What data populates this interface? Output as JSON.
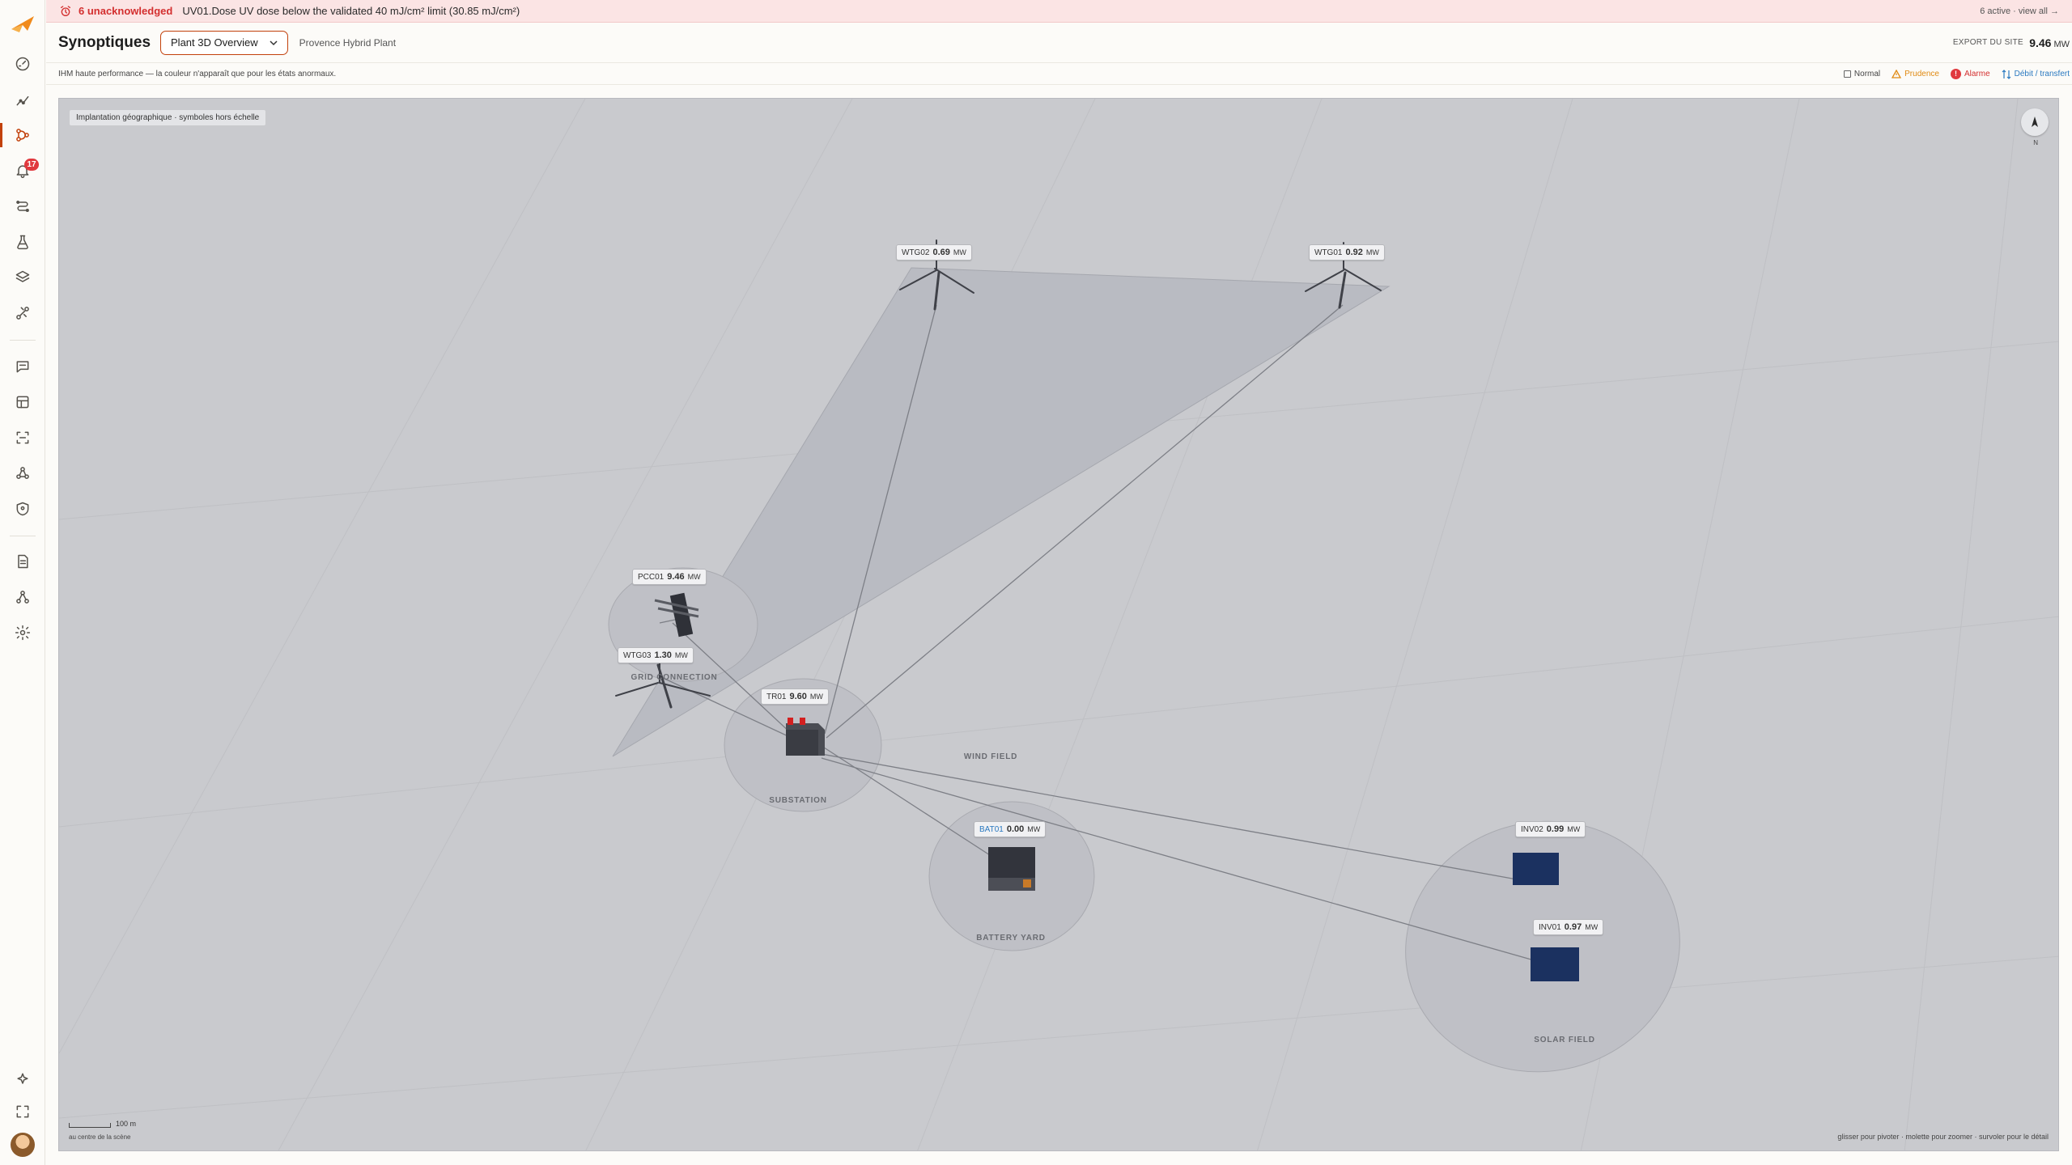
{
  "alert": {
    "count": "6 unacknowledged",
    "message": "UV01.Dose UV dose below the validated 40 mJ/cm² limit (30.85 mJ/cm²)",
    "right": "6 active · view all →"
  },
  "header": {
    "title": "Synoptiques",
    "view": "Plant 3D Overview",
    "plant": "Provence Hybrid Plant",
    "export_label": "EXPORT DU SITE",
    "export_value": "9.46",
    "export_unit": "MW"
  },
  "subheader": {
    "text": "IHM haute performance — la couleur n'apparaît que pour les états anormaux.",
    "legend": {
      "normal": "Normal",
      "prudence": "Prudence",
      "alarm": "Alarme",
      "flow": "Débit / transfert"
    }
  },
  "sidebar": {
    "notification_badge": "17"
  },
  "scene": {
    "tag": "Implantation géographique · symboles hors échelle",
    "compass_label": "N",
    "scale_label": "100 m",
    "scale_note": "au centre de la scène",
    "hint": "glisser pour pivoter · molette pour zoomer · survoler pour le détail",
    "zones": {
      "grid": "GRID CONNECTION",
      "substation": "SUBSTATION",
      "wind": "WIND FIELD",
      "battery": "BATTERY YARD",
      "solar": "SOLAR FIELD"
    },
    "assets": {
      "wtg02": {
        "id": "WTG02",
        "value": "0.69",
        "unit": "MW"
      },
      "wtg01": {
        "id": "WTG01",
        "value": "0.92",
        "unit": "MW"
      },
      "pcc01": {
        "id": "PCC01",
        "value": "9.46",
        "unit": "MW"
      },
      "wtg03": {
        "id": "WTG03",
        "value": "1.30",
        "unit": "MW"
      },
      "tr01": {
        "id": "TR01",
        "value": "9.60",
        "unit": "MW"
      },
      "bat01": {
        "id": "BAT01",
        "value": "0.00",
        "unit": "MW"
      },
      "inv02": {
        "id": "INV02",
        "value": "0.99",
        "unit": "MW"
      },
      "inv01": {
        "id": "INV01",
        "value": "0.97",
        "unit": "MW"
      }
    }
  },
  "colors": {
    "accent": "#c2410c",
    "alarm": "#e0393e",
    "prudence": "#e08a12",
    "flow": "#2a79c0",
    "scene_bg": "#c9cace",
    "solar_panel": "#1b3160"
  }
}
